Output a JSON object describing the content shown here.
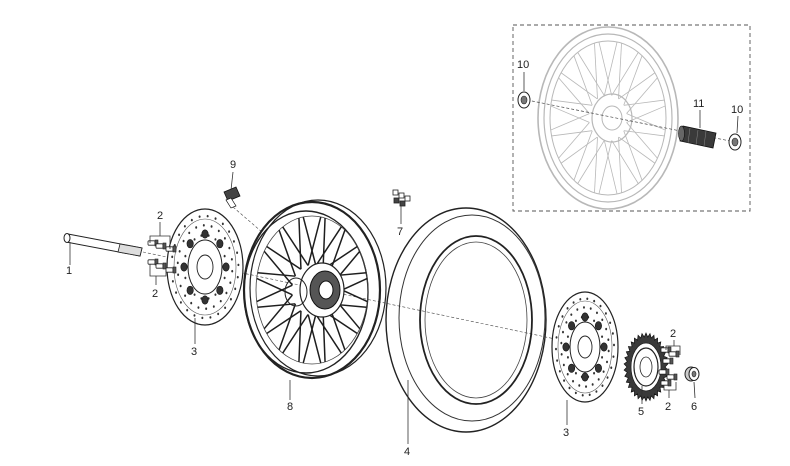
{
  "diagram": {
    "callouts": {
      "axle": "1",
      "bolts_upper_left": "2",
      "bolts_lower_left": "2",
      "bolts_upper_right": "2",
      "bolts_lower_right": "2",
      "disc_left": "3",
      "disc_right": "3",
      "tire": "4",
      "sprocket": "5",
      "spacer": "6",
      "clips": "7",
      "wheel": "8",
      "valve": "9",
      "bearing_left": "10",
      "bearing_right": "10",
      "inner_spacer": "11"
    }
  }
}
